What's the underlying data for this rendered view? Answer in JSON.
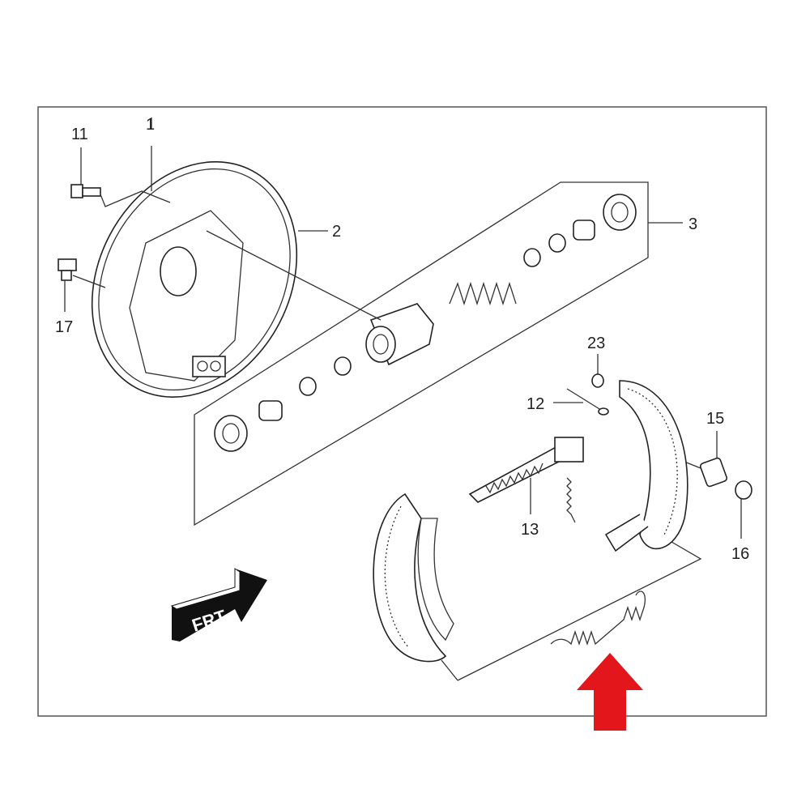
{
  "diagram": {
    "callouts": {
      "c1": "1",
      "c2": "2",
      "c3": "3",
      "c11": "11",
      "c12": "12",
      "c13": "13",
      "c15": "15",
      "c16": "16",
      "c17": "17",
      "c23": "23"
    },
    "front_arrow_label": "FRT",
    "highlight_color": "#e3161b"
  }
}
